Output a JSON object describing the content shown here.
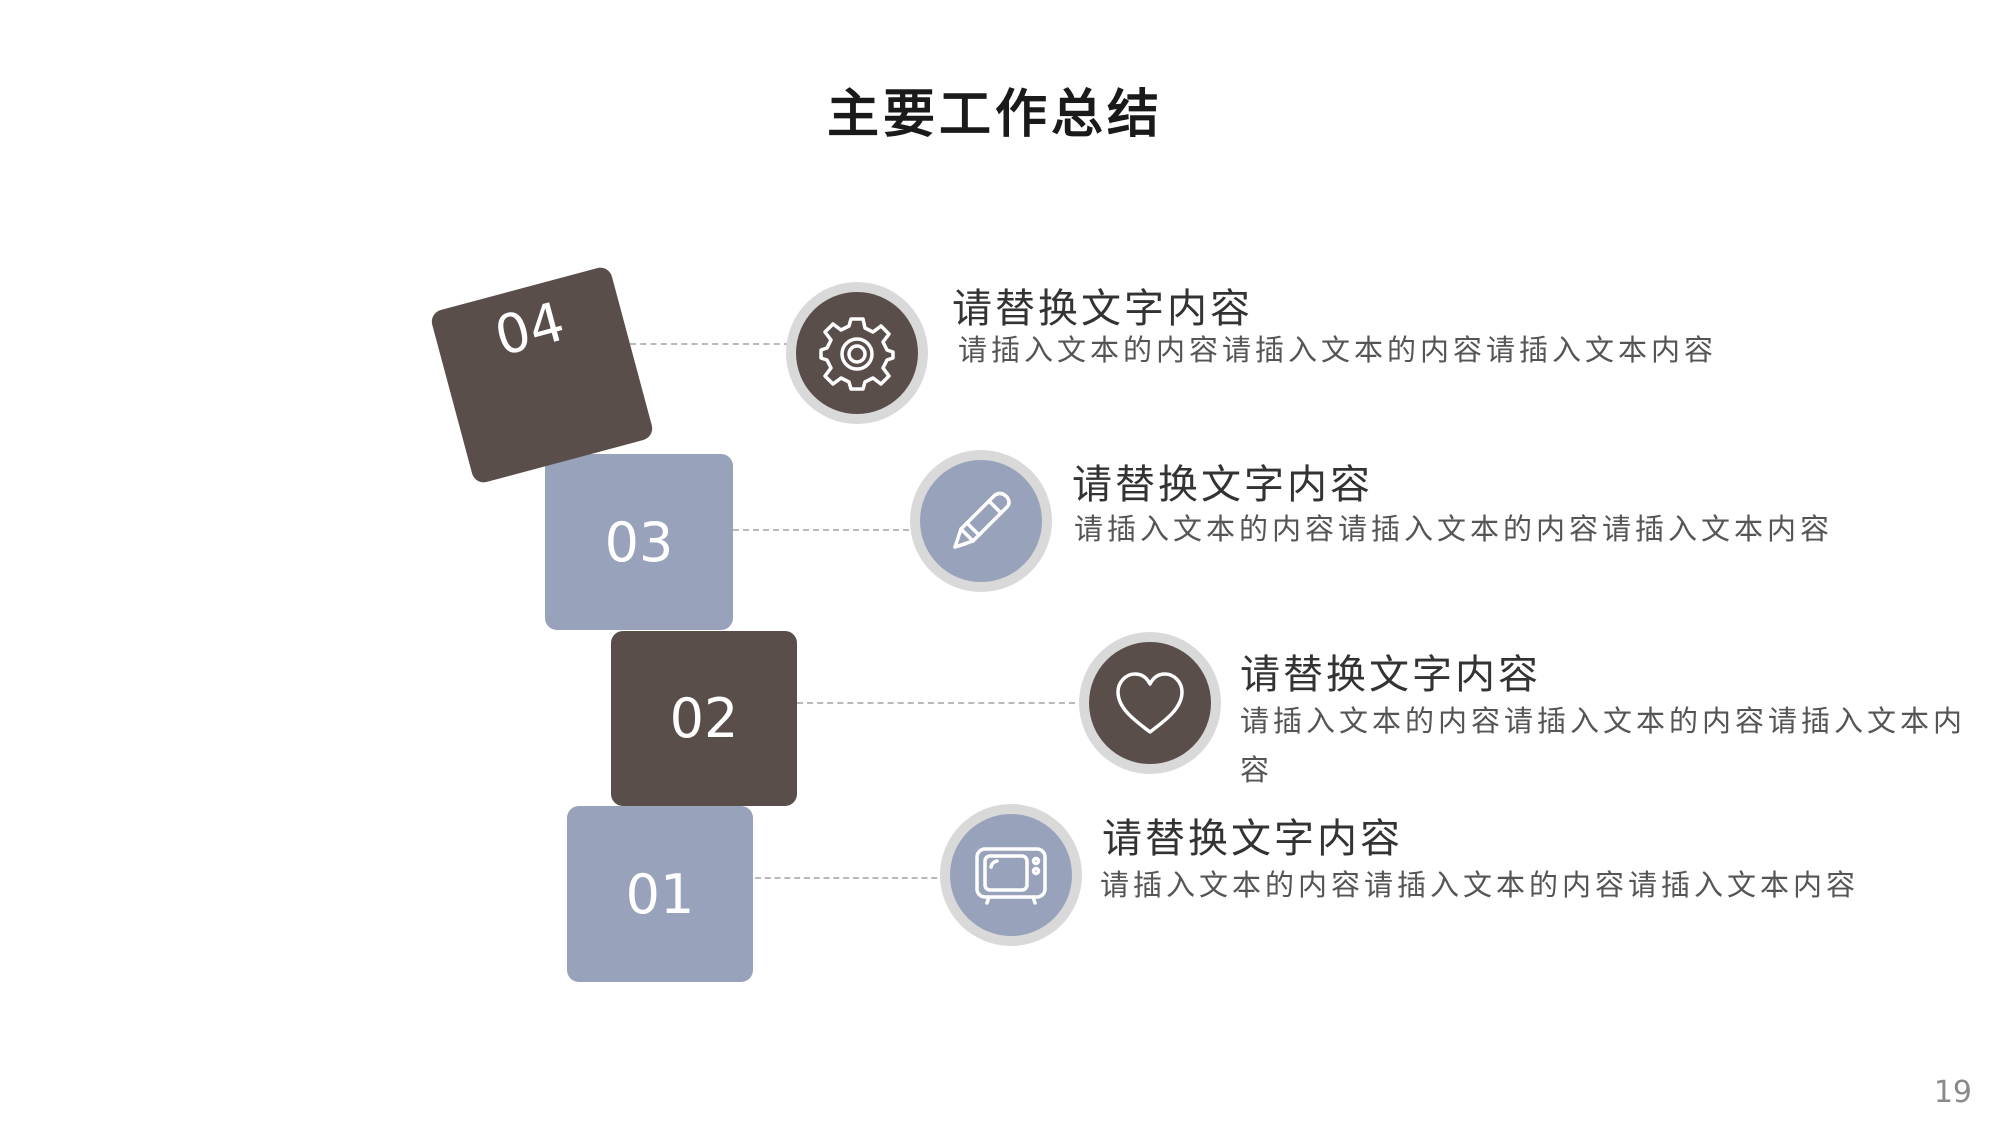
{
  "title": "主要工作总结",
  "page_number": "19",
  "colors": {
    "dark": "#5a4e4b",
    "light": "#98a2ba",
    "ring": "#d9d9d9"
  },
  "items": [
    {
      "number": "04",
      "icon": "gear-icon",
      "heading": "请替换文字内容",
      "body": "请插入文本的内容请插入文本的内容请插入文本内容"
    },
    {
      "number": "03",
      "icon": "pencil-icon",
      "heading": "请替换文字内容",
      "body": "请插入文本的内容请插入文本的内容请插入文本内容"
    },
    {
      "number": "02",
      "icon": "heart-icon",
      "heading": "请替换文字内容",
      "body": "请插入文本的内容请插入文本的内容请插入文本内容"
    },
    {
      "number": "01",
      "icon": "tv-icon",
      "heading": "请替换文字内容",
      "body": "请插入文本的内容请插入文本的内容请插入文本内容"
    }
  ]
}
